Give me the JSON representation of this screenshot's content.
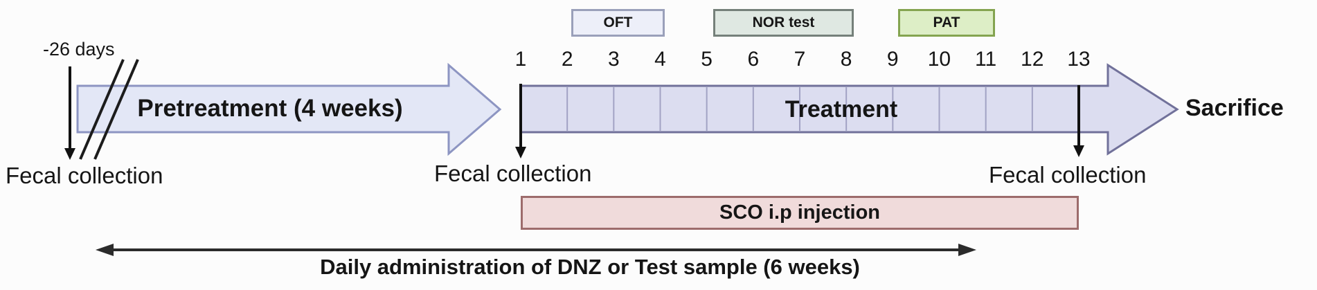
{
  "legend": {
    "items": [
      {
        "key": "oft",
        "label": "OFT",
        "fill": "#edeff9",
        "border": "#9aa0ba"
      },
      {
        "key": "nor",
        "label": "NOR test",
        "fill": "#dfe8e2",
        "border": "#75807a"
      },
      {
        "key": "pat",
        "label": "PAT",
        "fill": "#ddeec6",
        "border": "#84a450"
      }
    ]
  },
  "timeline": {
    "start_marker": "-26 days",
    "pretreatment_label": "Pretreatment (4 weeks)",
    "treatment_label": "Treatment",
    "treatment_days": [
      "1",
      "2",
      "3",
      "4",
      "5",
      "6",
      "7",
      "8",
      "9",
      "10",
      "11",
      "12",
      "13"
    ],
    "sacrifice_label": "Sacrifice",
    "fecal_collection_label": "Fecal collection"
  },
  "sco_bar": {
    "label": "SCO i.p injection",
    "fill": "#f0dbdb",
    "border": "#9d6c6c"
  },
  "daily_administration": {
    "label": "Daily administration of DNZ or Test sample (6 weeks)"
  },
  "colors": {
    "background": "#fcfcfc",
    "pretreatment_fill": "#e3e7f6",
    "pretreatment_border": "#8d95c2",
    "treatment_fill": "#dcddf0",
    "treatment_border": "#71719a",
    "divider": "#a2a2c4",
    "ink": "#151515"
  }
}
